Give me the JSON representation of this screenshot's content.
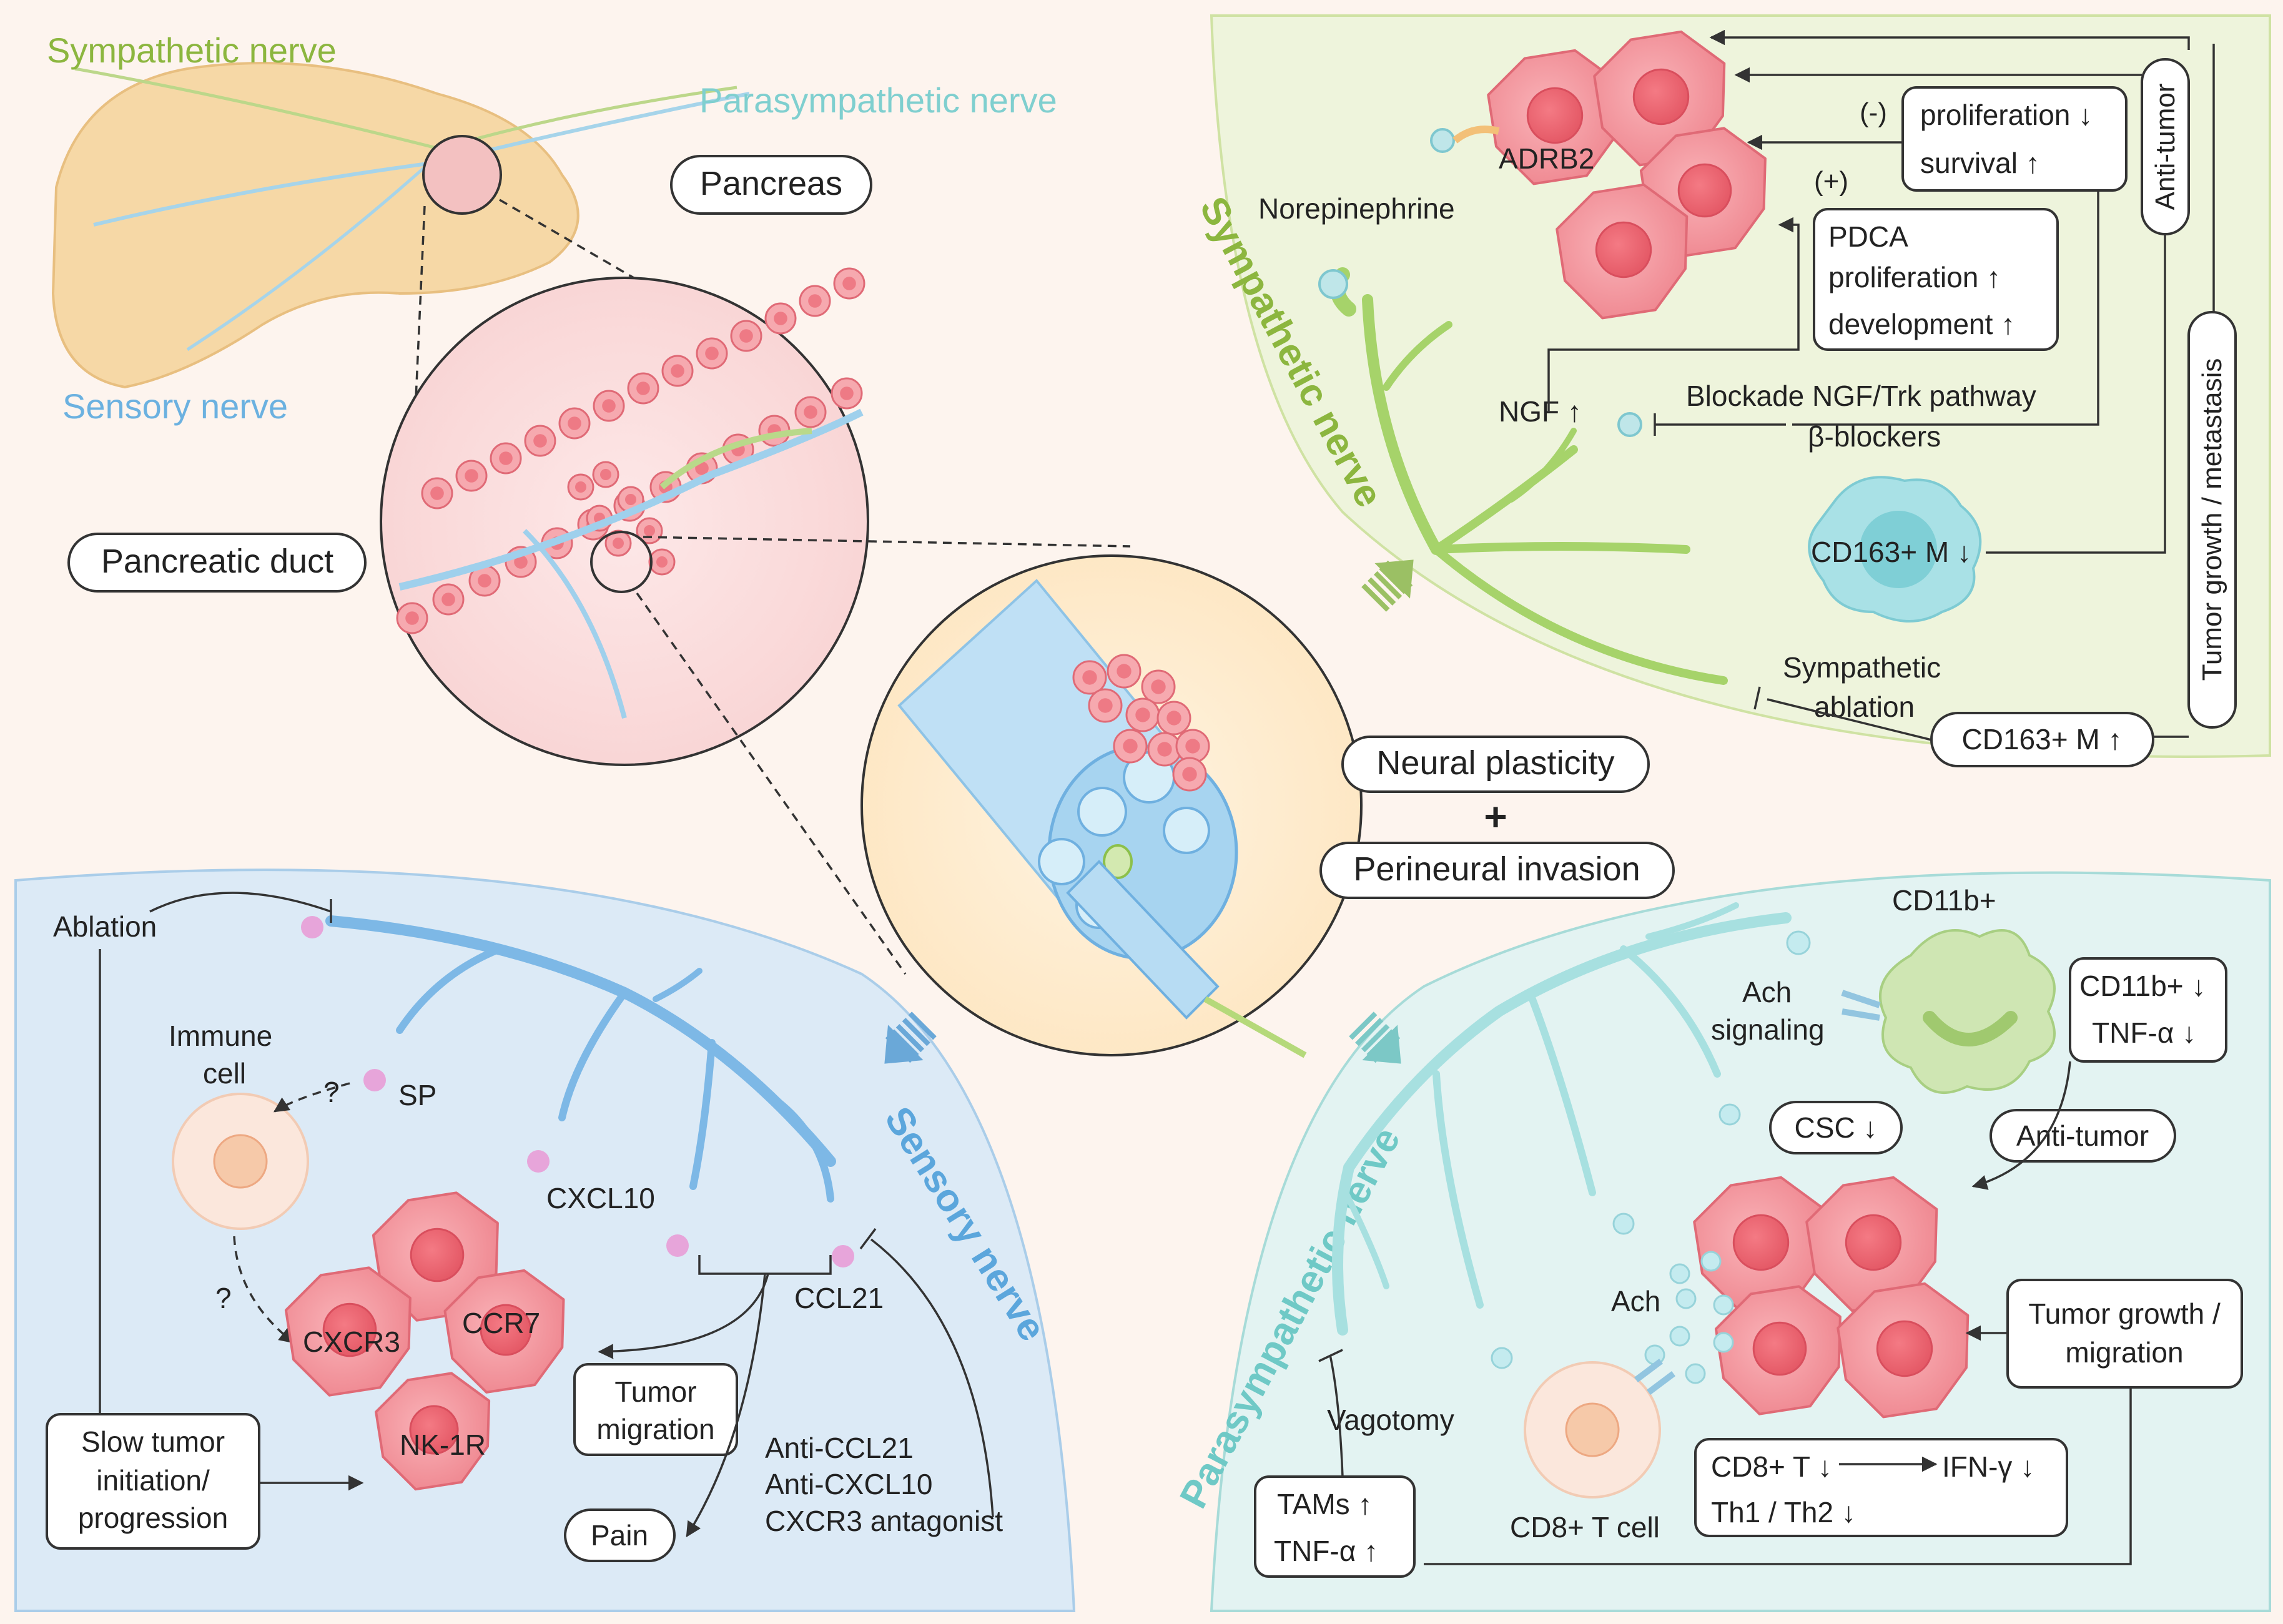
{
  "pancreas": {
    "sympathetic_nerve": "Sympathetic nerve",
    "parasympathetic_nerve": "Parasympathetic nerve",
    "sensory_nerve": "Sensory nerve",
    "pancreas_label": "Pancreas",
    "duct_label": "Pancreatic duct"
  },
  "center": {
    "neural_plasticity": "Neural plasticity",
    "plus": "+",
    "perineural_invasion": "Perineural invasion"
  },
  "sympathetic": {
    "title": "Sympathetic nerve",
    "norepinephrine": "Norepinephrine",
    "adrb2": "ADRB2",
    "minus": "(-)",
    "plus": "(+)",
    "proliferation_down": "proliferation ↓",
    "survival_up": "survival ↑",
    "pdca": "PDCA",
    "pdca_prolif": "proliferation ↑",
    "pdca_dev": "development ↑",
    "ngf": "NGF ↑",
    "blockade": "Blockade NGF/Trk pathway",
    "beta_blockers": "β-blockers",
    "cd163_down": "CD163+ M ↓",
    "sympathetic_ablation_1": "Sympathetic",
    "sympathetic_ablation_2": "ablation",
    "cd163_up": "CD163+ M ↑",
    "anti_tumor": "Anti-tumor",
    "tumor_growth_meta": "Tumor growth / metastasis"
  },
  "sensory": {
    "title": "Sensory nerve",
    "ablation": "Ablation",
    "immune_cell_1": "Immune",
    "immune_cell_2": "cell",
    "q1": "?",
    "q2": "?",
    "sp": "SP",
    "cxcl10": "CXCL10",
    "ccl21": "CCL21",
    "cxcr3": "CXCR3",
    "ccr7": "CCR7",
    "nk1r": "NK-1R",
    "tumor_migration_1": "Tumor",
    "tumor_migration_2": "migration",
    "pain": "Pain",
    "anti_ccl21": "Anti-CCL21",
    "anti_cxcl10": "Anti-CXCL10",
    "cxcr3_antagonist": "CXCR3 antagonist",
    "slow_1": "Slow tumor",
    "slow_2": "initiation/",
    "slow_3": "progression"
  },
  "parasympathetic": {
    "title": "Parasympathetic nerve",
    "cd11b": "CD11b+",
    "ach_signaling_1": "Ach",
    "ach_signaling_2": "signaling",
    "cd11b_down": "CD11b+ ↓",
    "tnf_down": "TNF-α ↓",
    "csc_down": "CSC ↓",
    "anti_tumor": "Anti-tumor",
    "ach": "Ach",
    "tumor_growth_1": "Tumor growth /",
    "tumor_growth_2": "migration",
    "vagotomy": "Vagotomy",
    "cd8_t_down": "CD8+ T ↓",
    "ifn_down": "IFN-γ ↓",
    "th1_th2": "Th1 / Th2 ↓",
    "tams_up": "TAMs ↑",
    "tnf_up": "TNF-α ↑",
    "cd8_t_cell": "CD8+ T cell"
  },
  "colors": {
    "sympathetic": "#8cc04b",
    "parasympathetic": "#7fd0cf",
    "sensory": "#6fb0e0",
    "tumor": "#f08f96"
  }
}
